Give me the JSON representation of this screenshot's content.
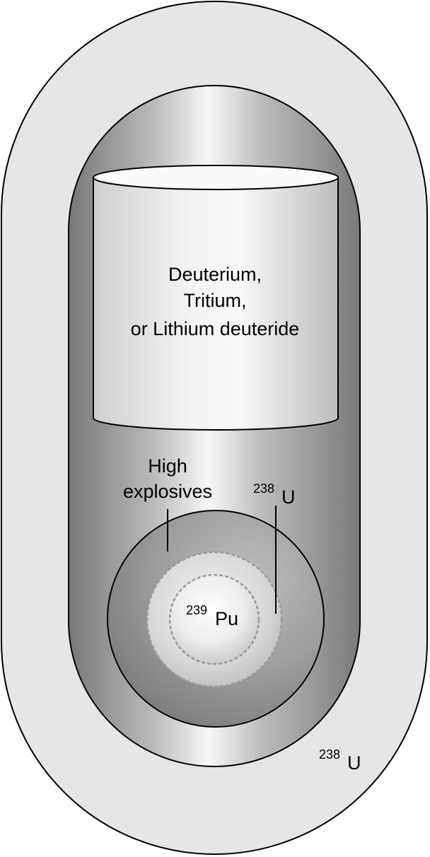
{
  "labels": {
    "fusion_fuel_line1": "Deuterium,",
    "fusion_fuel_line2": "Tritium,",
    "fusion_fuel_line3": "or Lithium deuteride",
    "high_explosives_line1": "High",
    "high_explosives_line2": "explosives",
    "tamper_inner_mass": "238",
    "tamper_inner_symbol": "U",
    "pit_mass": "239",
    "pit_symbol": "Pu",
    "casing_mass": "238",
    "casing_symbol": "U"
  },
  "colors": {
    "outer_casing": "#e6e6e6",
    "outline": "#000000",
    "dashed_shell": "#9a9a9a"
  }
}
